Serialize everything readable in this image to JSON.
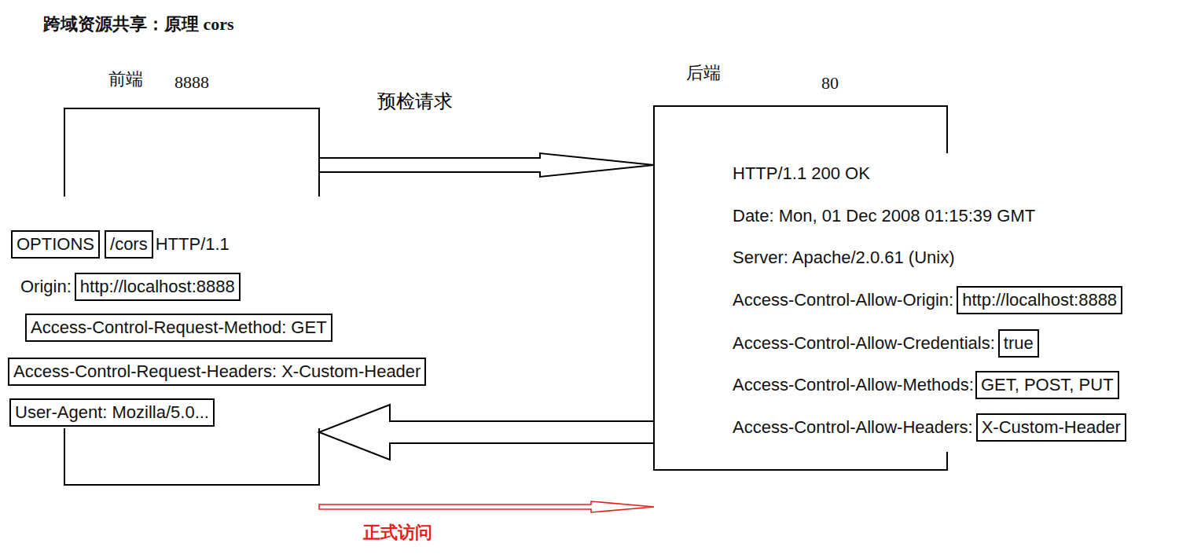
{
  "diagram": {
    "title": "跨域资源共享：原理 cors",
    "nodes": [
      {
        "text": [
          "前端",
          "8888"
        ]
      },
      {
        "text": [
          "OPTIONS"
        ],
        "in": 0
      },
      {
        "text": [
          "/cors"
        ],
        "in": 0
      },
      {
        "text": [
          "http://localhost:8888"
        ],
        "in": 0
      },
      {
        "text": [
          "Access-Control-Request-Method: GET"
        ],
        "in": 0
      },
      {
        "text": [
          "Access-Control-Request-Headers: X-Custom-Header"
        ],
        "in": 0
      },
      {
        "text": [
          "User-Agent: Mozilla/5.0..."
        ],
        "in": 0
      },
      {
        "text": [
          "后端",
          "80"
        ]
      },
      {
        "text": [
          "http://localhost:8888"
        ],
        "in": 7
      },
      {
        "text": [
          "true"
        ],
        "in": 7
      },
      {
        "text": [
          "GET, POST, PUT"
        ],
        "in": 7
      },
      {
        "text": [
          "X-Custom-Header"
        ],
        "in": 7
      }
    ],
    "edges": [
      {
        "from": 0,
        "to": 7,
        "arrow": "to",
        "label": "预检请求"
      },
      {
        "from": 7,
        "to": 0,
        "arrow": "to"
      },
      {
        "from": 0,
        "to": 7,
        "arrow": "to",
        "label": "正式访问"
      }
    ],
    "labels": [
      "HTTP/1.1",
      "Origin:",
      "HTTP/1.1 200 OK",
      "Date: Mon, 01 Dec 2008 01:15:39 GMT",
      "Server: Apache/2.0.61 (Unix)",
      "Access-Control-Allow-Origin:",
      "Access-Control-Allow-Credentials:",
      "Access-Control-Allow-Methods:",
      "Access-Control-Allow-Headers:"
    ]
  }
}
